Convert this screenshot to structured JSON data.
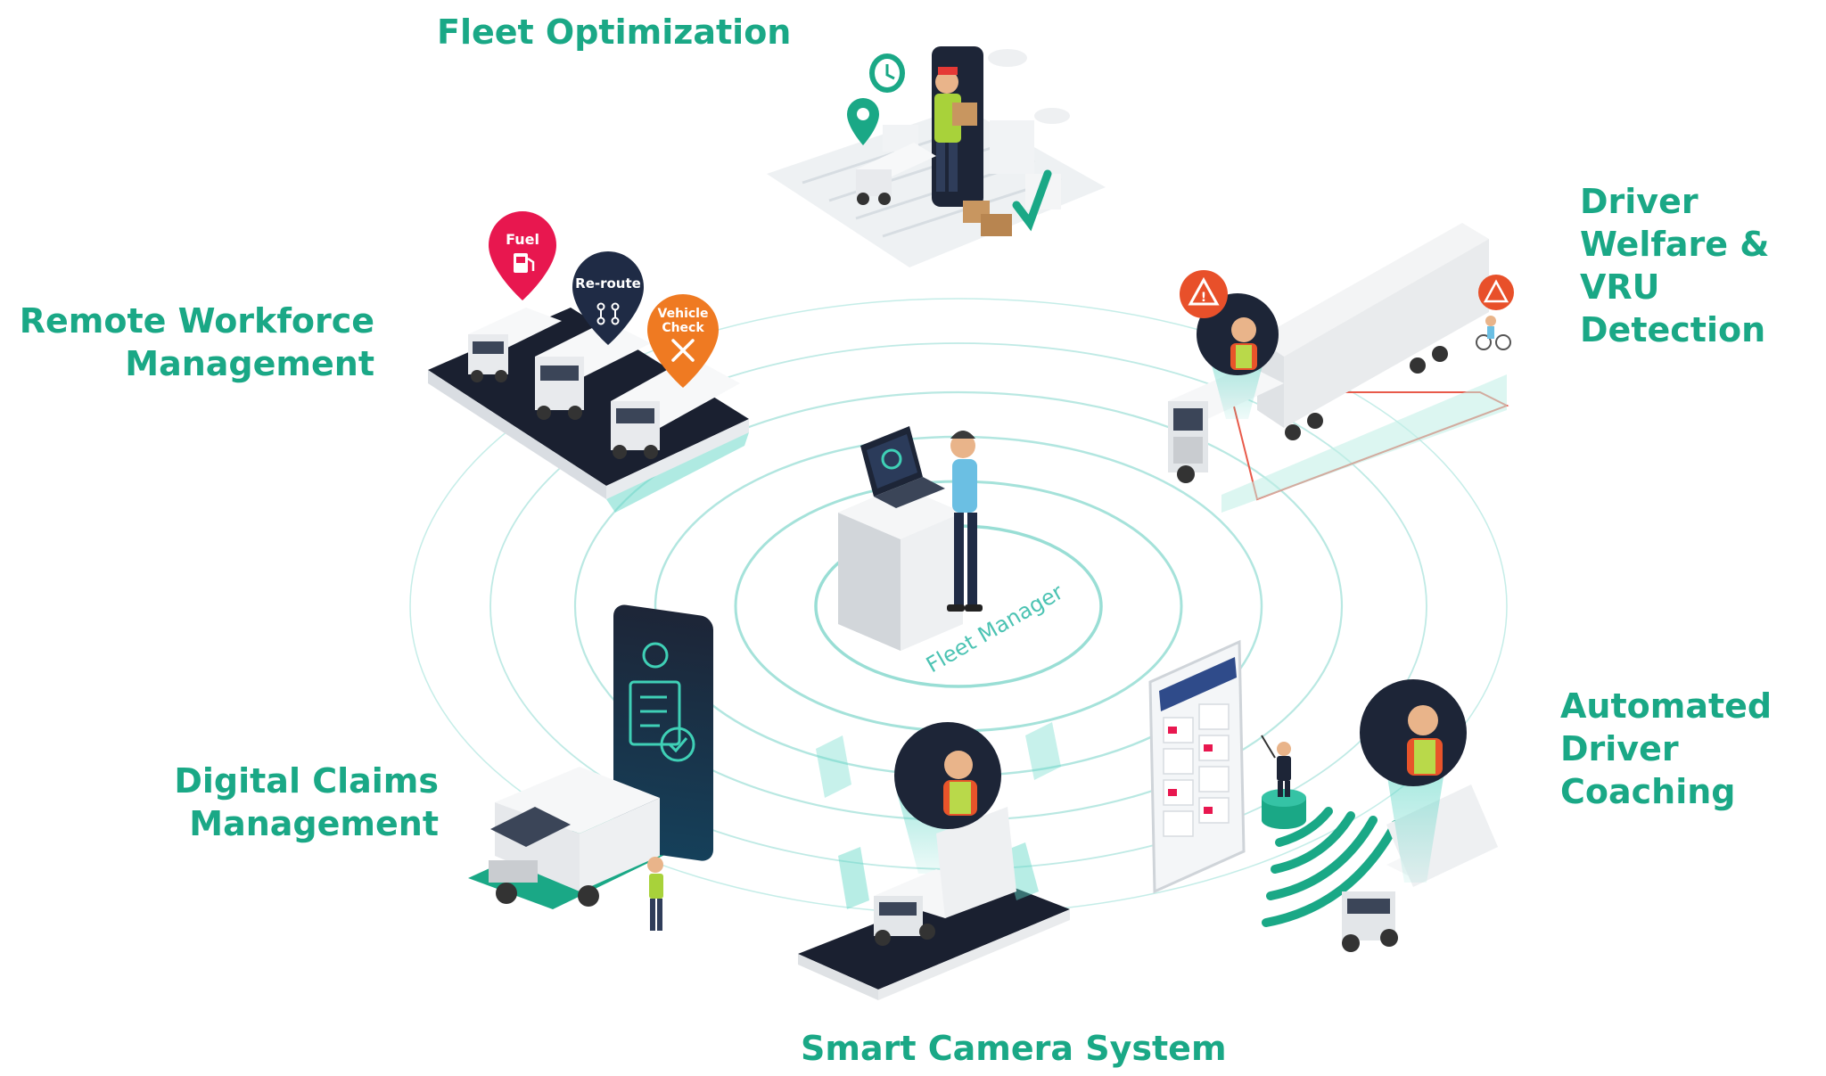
{
  "labels": {
    "fleet_optimization": [
      "Fleet Optimization"
    ],
    "remote_workforce": [
      "Remote Workforce",
      "Management"
    ],
    "driver_welfare": [
      "Driver",
      "Welfare &",
      "VRU",
      "Detection"
    ],
    "digital_claims": [
      "Digital Claims",
      "Management"
    ],
    "automated_coaching": [
      "Automated",
      "Driver",
      "Coaching"
    ],
    "smart_camera": [
      "Smart Camera System"
    ]
  },
  "center_caption": "Fleet Manager",
  "pins": {
    "fuel": "Fuel",
    "reroute": "Re-route",
    "vehicle_check": [
      "Vehicle",
      "Check"
    ]
  },
  "colors": {
    "accent": "#1aa886",
    "teal_light": "#8fded3",
    "pin_red": "#e8174f",
    "pin_navy": "#1f2b45",
    "pin_orange": "#ef7a22",
    "warning": "#e8502a",
    "phone_dark": "#1d2537"
  },
  "icons": [
    "fuel-pump-icon",
    "reroute-icon",
    "wrench-screwdriver-icon",
    "warning-icon",
    "checklist-icon",
    "map-pin-icon",
    "clock-icon",
    "checkmark-icon"
  ]
}
